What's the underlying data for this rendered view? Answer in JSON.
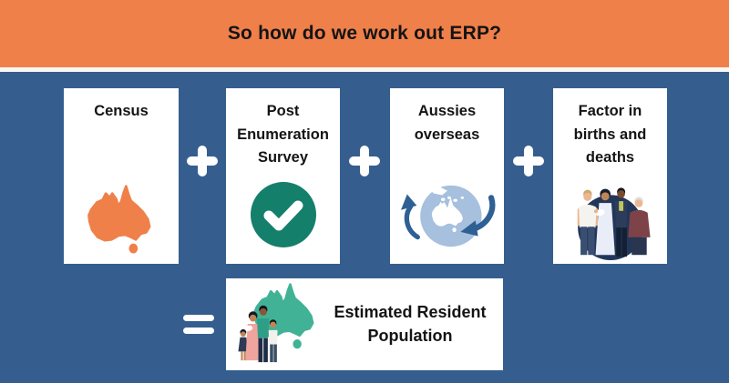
{
  "header": {
    "title": "So how do we work out ERP?"
  },
  "colors": {
    "header_bg": "#F0804A",
    "background_blue": "#355E8F",
    "card_bg": "#FFFFFF",
    "text": "#141414",
    "operator_white": "#FFFFFF",
    "australia_orange": "#F0804A",
    "check_circle_teal": "#147F6B",
    "globe_light_blue": "#A6C0DE",
    "globe_arrow_blue": "#2E6094",
    "erp_australia_teal": "#41B295"
  },
  "formula": {
    "plus_symbol": "+",
    "equals_symbol": "=",
    "cards": [
      {
        "label": "Census",
        "icon": "australia-map-icon"
      },
      {
        "label": "Post Enumeration Survey",
        "icon": "check-circle-icon"
      },
      {
        "label": "Aussies overseas",
        "icon": "globe-migration-icon"
      },
      {
        "label": "Factor in births and deaths",
        "icon": "people-group-icon"
      }
    ],
    "result": {
      "label": "Estimated Resident Population",
      "icon": "australia-population-icon"
    }
  }
}
